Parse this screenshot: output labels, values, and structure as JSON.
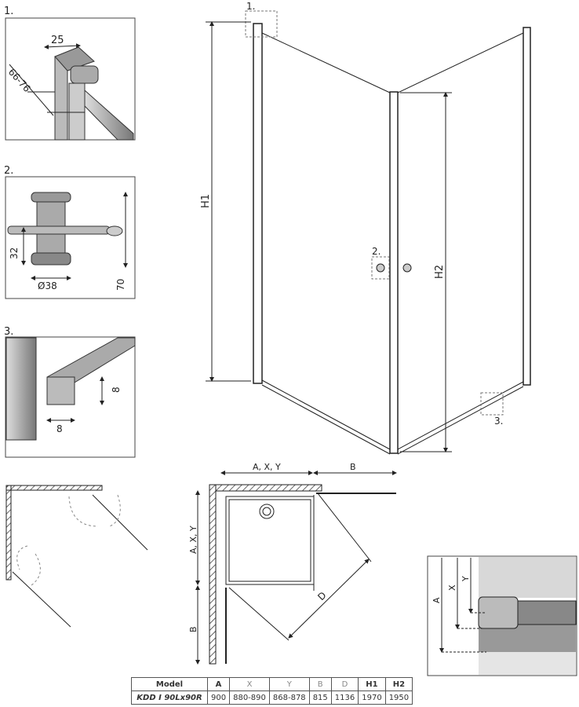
{
  "details": [
    {
      "label": "1.",
      "dims": [
        "25",
        "66-76"
      ]
    },
    {
      "label": "2.",
      "dims": [
        "32",
        "Ø38",
        "70"
      ]
    },
    {
      "label": "3.",
      "dims": [
        "8",
        "8"
      ]
    }
  ],
  "enclosure": {
    "h1": "H1",
    "h2": "H2",
    "callouts": [
      "1.",
      "2.",
      "3."
    ]
  },
  "plan": {
    "top_a": "A, X, Y",
    "top_b": "B",
    "side_a": "A, X, Y",
    "side_b": "B",
    "diag": "D"
  },
  "inset": {
    "a": "A",
    "x": "X",
    "y": "Y"
  },
  "table": {
    "headers": [
      "Model",
      "A",
      "X",
      "Y",
      "B",
      "D",
      "H1",
      "H2"
    ],
    "rows": [
      [
        "KDD I 90Lx90R",
        "900",
        "880-890",
        "868-878",
        "815",
        "1136",
        "1970",
        "1950"
      ]
    ]
  }
}
